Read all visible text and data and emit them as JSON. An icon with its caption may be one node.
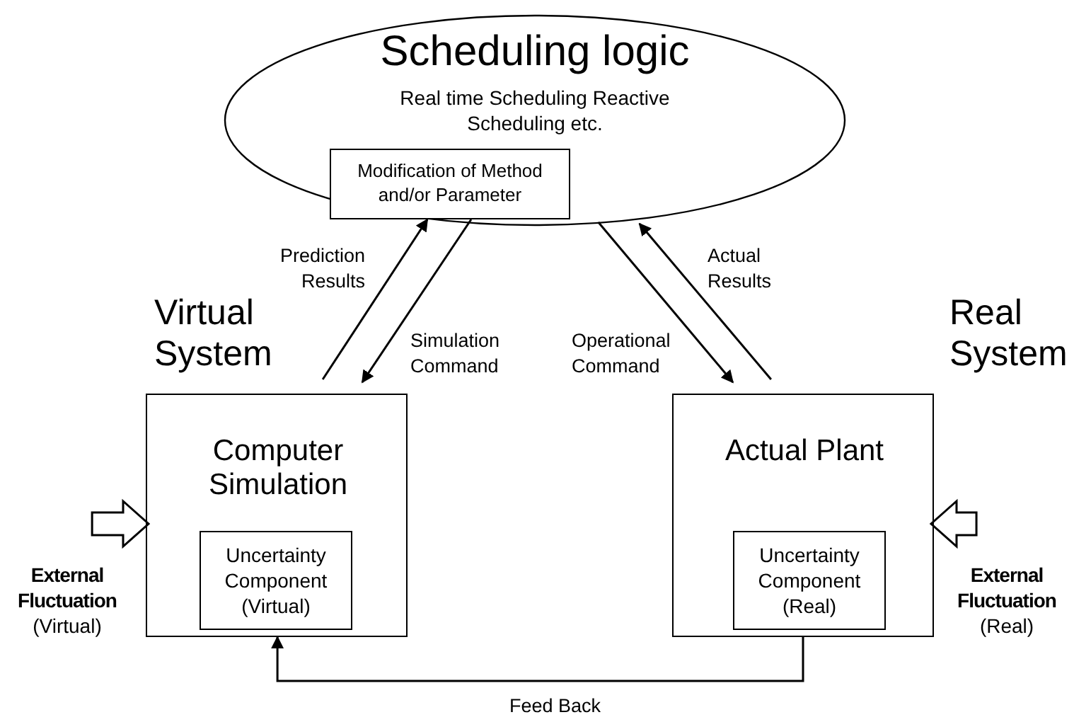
{
  "diagram": {
    "nodes": [
      {
        "text": [
          "Scheduling logic",
          "Real time Scheduling Reactive Scheduling etc."
        ]
      },
      {
        "text": [
          "Modification of Method and/or Parameter"
        ],
        "in": 0
      },
      {
        "text": [
          "Virtual System",
          "Computer Simulation"
        ]
      },
      {
        "text": [
          "Uncertainty Component (Virtual)"
        ],
        "in": 2
      },
      {
        "text": [
          "Real System",
          "Actual Plant"
        ]
      },
      {
        "text": [
          "Uncertainty Component (Real)"
        ],
        "in": 4
      },
      {
        "text": [
          "External Fluctuation",
          "(Virtual)"
        ]
      },
      {
        "text": [
          "External Fluctuation",
          "(Real)"
        ]
      }
    ],
    "edges": [
      {
        "from": 2,
        "to": 1,
        "arrow": "to",
        "label": "Prediction Results"
      },
      {
        "from": 1,
        "to": 2,
        "arrow": "to",
        "label": "Simulation Command"
      },
      {
        "from": 0,
        "to": 4,
        "arrow": "to",
        "label": "Operational Command"
      },
      {
        "from": 4,
        "to": 0,
        "arrow": "to",
        "label": "Actual Results"
      },
      {
        "from": 6,
        "to": 2,
        "arrow": "to",
        "style": "thick"
      },
      {
        "from": 7,
        "to": 4,
        "arrow": "to",
        "style": "thick"
      },
      {
        "from": 4,
        "to": 2,
        "arrow": "to",
        "label": "Feed Back"
      }
    ]
  }
}
